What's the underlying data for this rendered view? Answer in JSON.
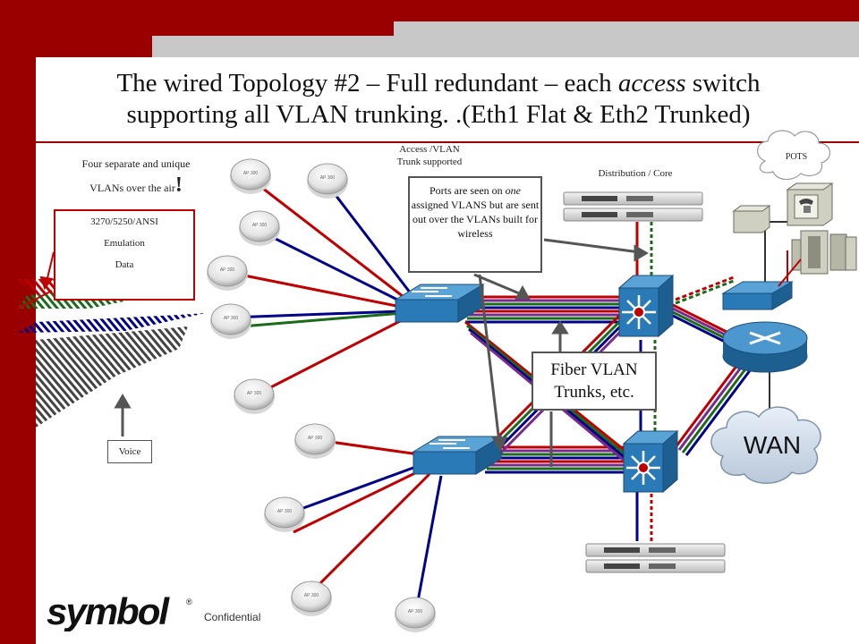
{
  "slide": {
    "title_part1": "The wired Topology #2 – Full redundant – each ",
    "title_emph": "access",
    "title_part2": " switch",
    "title_line2": "supporting all VLAN trunking.  .(Eth1 Flat & Eth2 Trunked)"
  },
  "labels": {
    "four_vlans_line1": "Four separate and unique",
    "four_vlans_line2": "VLANs over the air",
    "exclaim": "!",
    "access_line1": "Access /VLAN",
    "access_line2": "Trunk supported",
    "dist_core": "Distribution / Core",
    "pots": "POTS",
    "wan": "WAN",
    "voice": "Voice"
  },
  "legend_box": {
    "line1": "3270/5250/ANSI",
    "line2": "Emulation",
    "line3": "Data"
  },
  "callouts": {
    "ports_pre": "Ports are seen on ",
    "ports_em": "one",
    "ports_post": " assigned VLANS but are sent out over the VLANs built for wireless",
    "fiber": "Fiber VLAN Trunks, etc."
  },
  "footer": {
    "brand": "symbol",
    "confidential": "Confidential"
  },
  "colors": {
    "brand_red": "#9b0000",
    "gray_bar": "#c8c8c8",
    "switch_blue": "#2a7ab8",
    "vlan_red": "#c00000",
    "vlan_blue": "#00008b",
    "vlan_green": "#1a6b1a",
    "vlan_purple": "#7a2a8a"
  }
}
